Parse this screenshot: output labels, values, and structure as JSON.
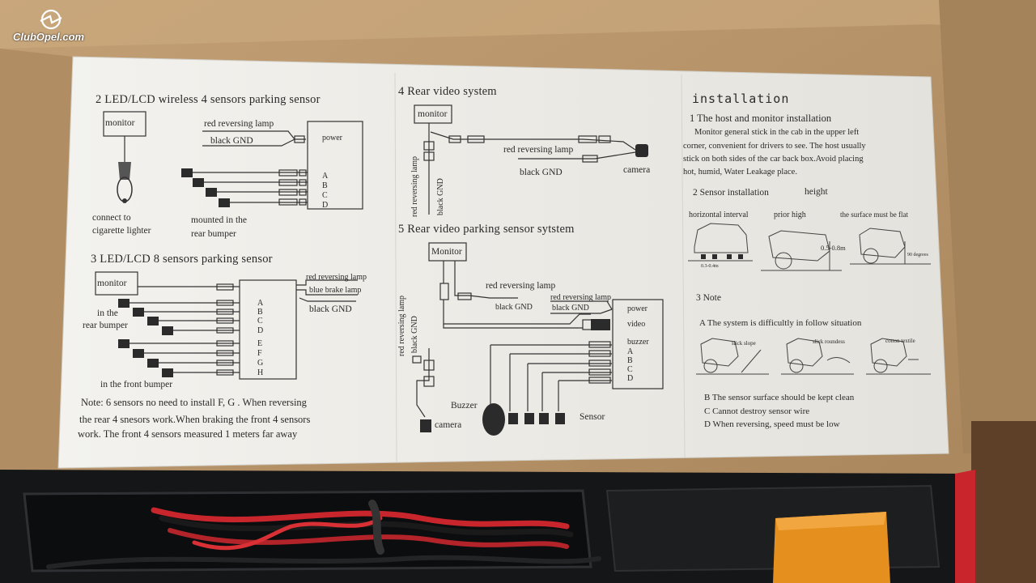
{
  "watermark": {
    "text": "ClubOpel.com"
  },
  "colors": {
    "cardboard": "#b6946b",
    "paper": "#eceae4",
    "tray": "#151617",
    "wire_red": "#c8262c",
    "foam": "#e58f1f"
  },
  "sec2": {
    "title": "2 LED/LCD  wireless  4  sensors  parking  sensor",
    "monitor": "monitor",
    "red_lamp": "red  reversing  lamp",
    "black_gnd": "black    GND",
    "power": "power",
    "ports": [
      "A",
      "B",
      "C",
      "D"
    ],
    "connect_to": "connect  to",
    "cigarette": "cigarette lighter",
    "mounted": "mounted   in   the",
    "rear_bumper": "rear  bumper"
  },
  "sec3": {
    "title": "3  LED/LCD  8 sensors  parking  sensor",
    "monitor": "monitor",
    "red_lamp": "red  reversing  lamp",
    "blue_lamp": "blue   brake  lamp",
    "black_gnd": "black      GND",
    "in_the": "in   the",
    "rear_bumper": "rear bumper",
    "front_bumper": "in  the  front bumper",
    "ports": [
      "A",
      "B",
      "C",
      "D",
      "E",
      "F",
      "G",
      "H"
    ]
  },
  "note": {
    "line1": "Note:    6  sensors no need to install F, G . When reversing",
    "line2": "the  rear 4 snesors work.When braking  the front 4 sensors",
    "line3": "work. The front 4 sensors measured 1 meters far away"
  },
  "sec4": {
    "title": "4  Rear  video   system",
    "monitor": "monitor",
    "red_lamp": "red   reversing  lamp",
    "black_gnd": "black    GND",
    "camera": "camera",
    "vertical_red": "red reversing lamp",
    "vertical_black": "black   GND"
  },
  "sec5": {
    "title": "5  Rear  video  parking   sensor  sytstem",
    "monitor": "Monitor",
    "red_lamp": "red    reversing lamp",
    "black_gnd": "black GND",
    "red_lamp2": "red  reversing  lamp",
    "black_gnd2": "black GND",
    "power": "power",
    "video": "video",
    "buzzer_port": "buzzer",
    "ports": [
      "A",
      "B",
      "C",
      "D"
    ],
    "buzzer": "Buzzer",
    "camera": "camera",
    "sensor": "Sensor",
    "vertical_red": "red  reversing  lamp",
    "vertical_black": "black GND"
  },
  "install": {
    "title": "installation",
    "s1": "1  The  host and monitor  installation",
    "p1": "Monitor general stick in the cab in the upper left",
    "p2": "corner, convenient for drivers to see. The host usually",
    "p3": "stick on both sides of the car back box.Avoid placing",
    "p4": "hot, humid, Water Leakage place.",
    "s2": "2  Sensor  installation",
    "height": "height",
    "horizontal": "horizontal  interval",
    "prior_high": "prior high",
    "flat": "the surface must be flat",
    "dim1": "0.5-0.8m",
    "dim2": "0.3-0.4m",
    "angle": "90 degrees",
    "s3": "3  Note",
    "a": "A  The  system  is  difficultly  in  follow  situation",
    "slick_slope": "slick slope",
    "slick_roundess": "slick roundess",
    "cotton": "cotton textile",
    "b": "B  The sensor  surface should be kept clean",
    "c": "C  Cannot destroy sensor wire",
    "d": "D  When reversing, speed must be low"
  }
}
